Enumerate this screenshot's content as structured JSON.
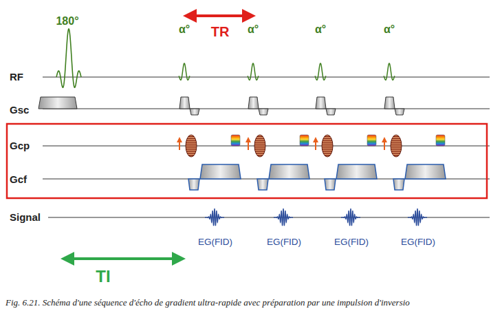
{
  "diagram": {
    "caption": "Fig. 6.21. Schéma d'une séquence d'écho de gradient ultra-rapide avec préparation par une impulsion d'inversio",
    "labels": [
      "180°",
      "α°",
      "α°",
      "α°",
      "α°",
      "TR",
      "RF",
      "Gsc",
      "Gcp",
      "Gcf",
      "Signal",
      "EG(FID)",
      "EG(FID)",
      "EG(FID)",
      "EG(FID)",
      "TI"
    ]
  }
}
